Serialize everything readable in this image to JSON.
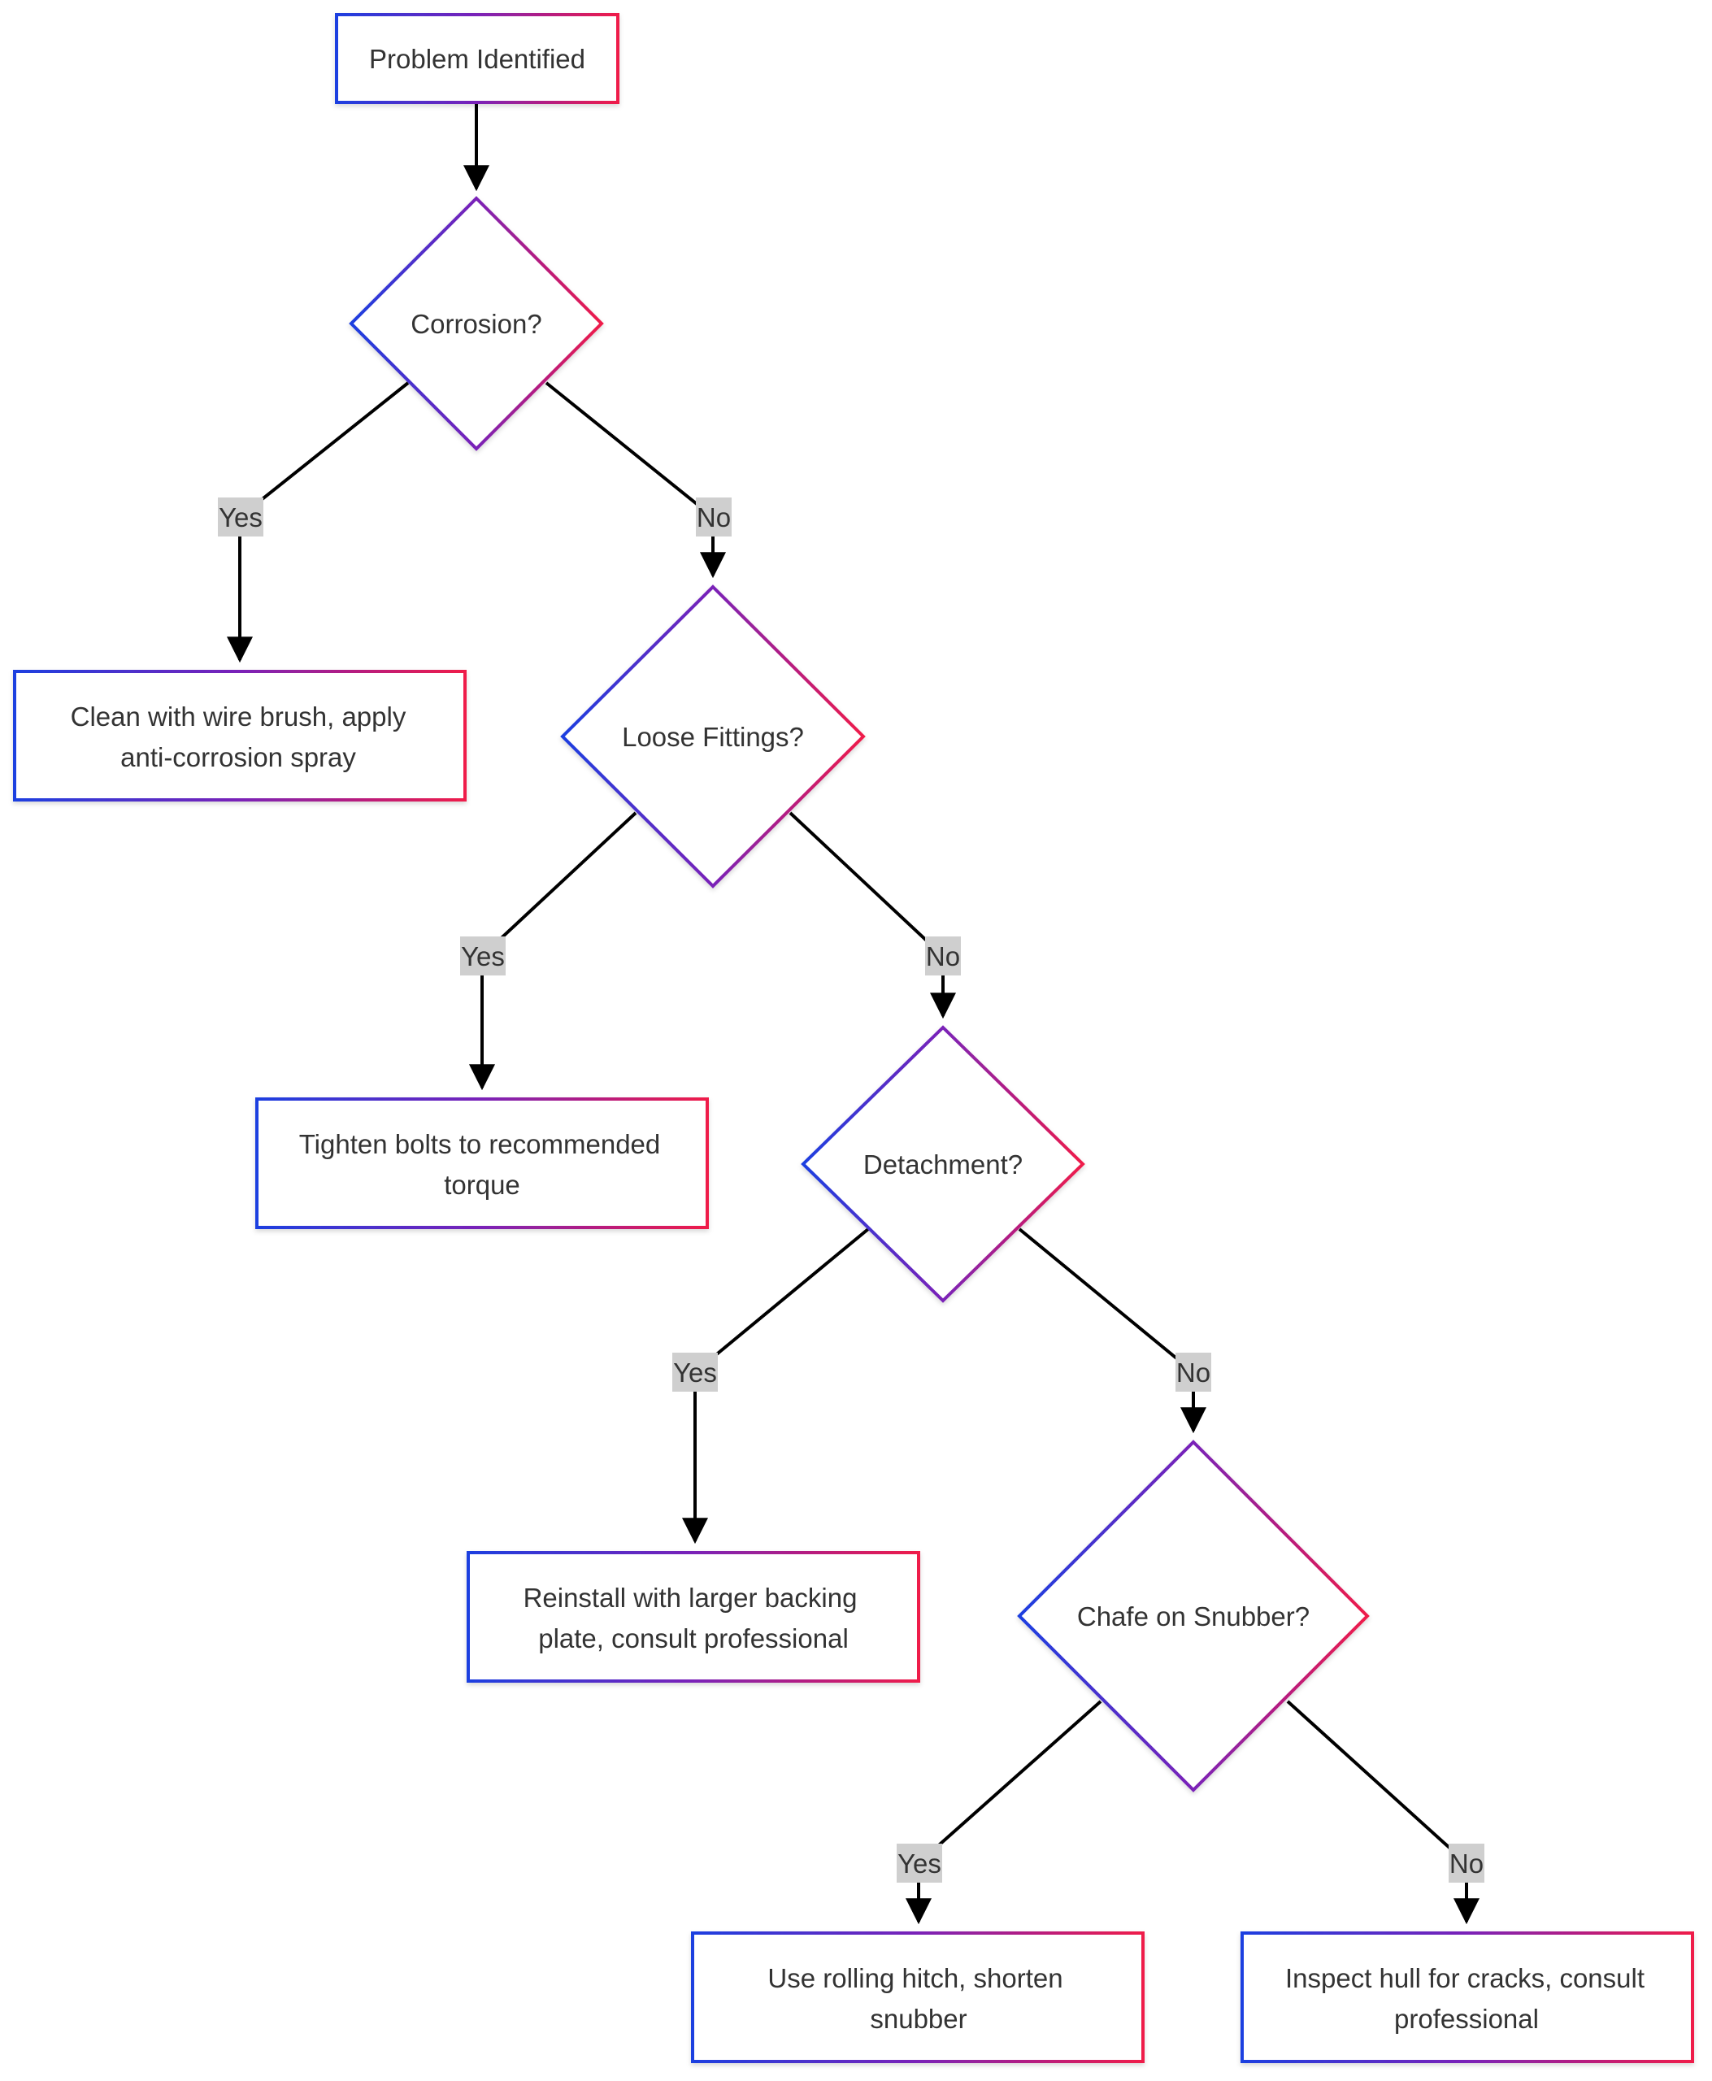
{
  "colors": {
    "border_start": "#1d3fe0",
    "border_end": "#ef1b4a",
    "edge": "#000000",
    "label_bg": "#cfcfcf",
    "text": "#333333"
  },
  "nodes": {
    "start": {
      "lines": [
        "Problem Identified"
      ]
    },
    "corrosion": {
      "lines": [
        "Corrosion?"
      ]
    },
    "clean": {
      "lines": [
        "Clean with wire brush, apply",
        "anti-corrosion spray"
      ]
    },
    "loose": {
      "lines": [
        "Loose Fittings?"
      ]
    },
    "tighten": {
      "lines": [
        "Tighten bolts to recommended",
        "torque"
      ]
    },
    "detach": {
      "lines": [
        "Detachment?"
      ]
    },
    "reinstall": {
      "lines": [
        "Reinstall with larger backing",
        "plate, consult professional"
      ]
    },
    "chafe": {
      "lines": [
        "Chafe on Snubber?"
      ]
    },
    "rolling": {
      "lines": [
        "Use rolling hitch, shorten",
        "snubber"
      ]
    },
    "inspect": {
      "lines": [
        "Inspect hull for cracks, consult",
        "professional"
      ]
    }
  },
  "edges": {
    "corrosion_yes": "Yes",
    "corrosion_no": "No",
    "loose_yes": "Yes",
    "loose_no": "No",
    "detach_yes": "Yes",
    "detach_no": "No",
    "chafe_yes": "Yes",
    "chafe_no": "No"
  }
}
